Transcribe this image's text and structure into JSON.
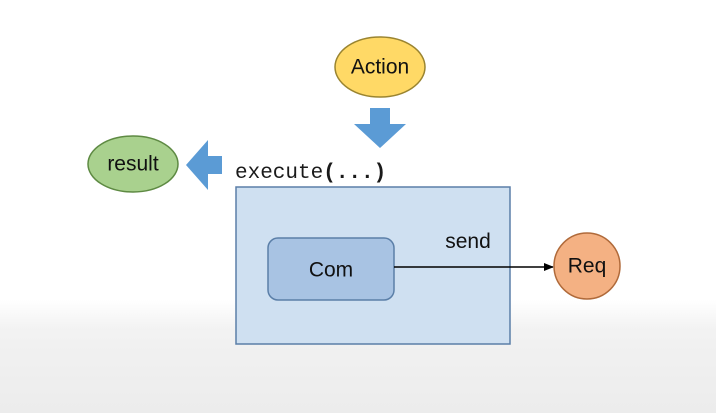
{
  "nodes": {
    "action": {
      "label": "Action",
      "fill": "#ffd966",
      "stroke": "#9a8430"
    },
    "result": {
      "label": "result",
      "fill": "#a9d18e",
      "stroke": "#5e8a43"
    },
    "req": {
      "label": "Req",
      "fill": "#f4b183",
      "stroke": "#b06a3a"
    },
    "com": {
      "label": "Com",
      "fill": "#a8c3e3",
      "stroke": "#5b7fa8"
    }
  },
  "container": {
    "fill": "#cfe0f1",
    "stroke": "#5b7fa8"
  },
  "method": {
    "name": "execute",
    "args": "(...)"
  },
  "edges": {
    "send": {
      "label": "send"
    }
  },
  "colors": {
    "arrow_fill": "#5b9bd5",
    "connector": "#000000"
  }
}
